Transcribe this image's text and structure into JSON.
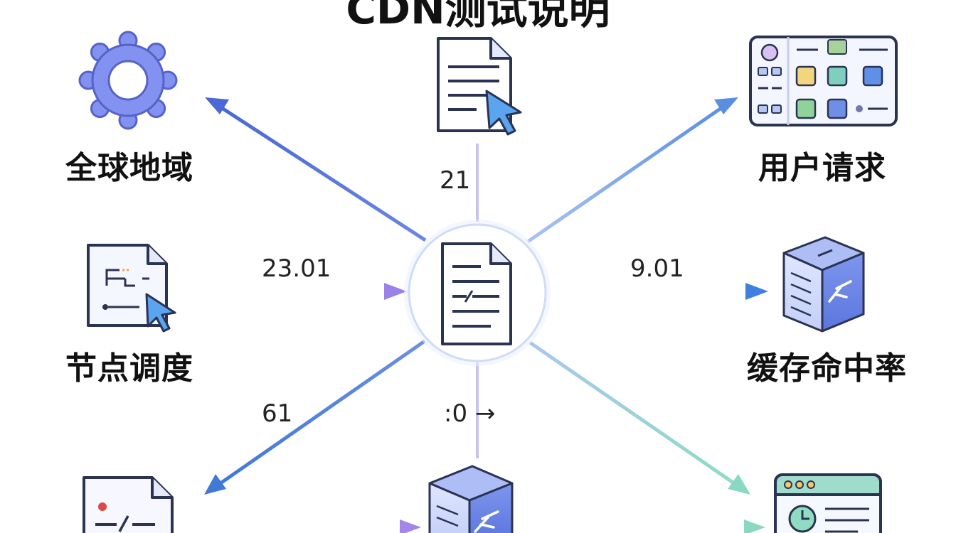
{
  "title": "CDN测试说明",
  "nodes": {
    "global_region": "全球地域",
    "user_request": "用户请求",
    "node_scheduling": "节点调度",
    "cache_hit_rate": "缓存命中率"
  },
  "edge_labels": {
    "top": "21",
    "left": "23.01",
    "right": "9.01",
    "bottom_left": "61",
    "bottom": ":0 →"
  },
  "icons": {
    "global_region": "gear-icon",
    "top_center": "document-cursor-icon",
    "user_request": "dashboard-icon",
    "node_scheduling": "code-document-cursor-icon",
    "center_hub": "code-document-icon",
    "cache_hit_rate": "server-cube-icon",
    "bottom_left": "code-document-icon",
    "bottom_center": "server-cube-icon",
    "bottom_right": "browser-window-icon"
  },
  "colors": {
    "blue": "#4f73db",
    "purple": "#a78bea",
    "teal": "#8fd6c4",
    "gear": "#7f8ff0"
  }
}
